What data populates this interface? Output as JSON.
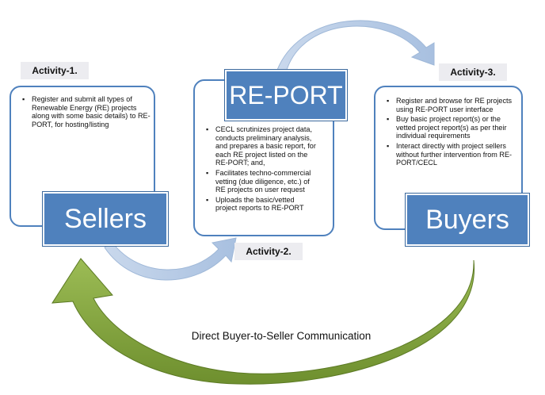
{
  "activities": {
    "a1": "Activity-1.",
    "a2": "Activity-2.",
    "a3": "Activity-3."
  },
  "entities": {
    "sellers": "Sellers",
    "report": "RE-PORT",
    "buyers": "Buyers"
  },
  "sellers_items": [
    "Register and submit all types of Renewable Energy (RE) projects  along with some basic details) to RE-PORT, for hosting/listing"
  ],
  "report_items": [
    "CECL scrutinizes project data, conducts preliminary analysis, and prepares a basic report, for each RE project listed on the RE-PORT; and,",
    "Facilitates techno-commercial vetting (due diligence, etc.) of RE projects on user request",
    "Uploads the basic/vetted project reports to RE-PORT"
  ],
  "buyers_items": [
    "Register and browse for RE projects using RE-PORT user interface",
    "Buy basic project report(s) or the vetted project report(s) as per their individual requirements",
    "Interact directly with project sellers without further intervention from RE-PORT/CECL"
  ],
  "bottom_caption": "Direct Buyer-to-Seller Communication",
  "colors": {
    "entity_fill": "#4f81bd",
    "card_border": "#4f81bd",
    "arrow_light": "#b8cce4",
    "arrow_green": "#8fb04a"
  }
}
